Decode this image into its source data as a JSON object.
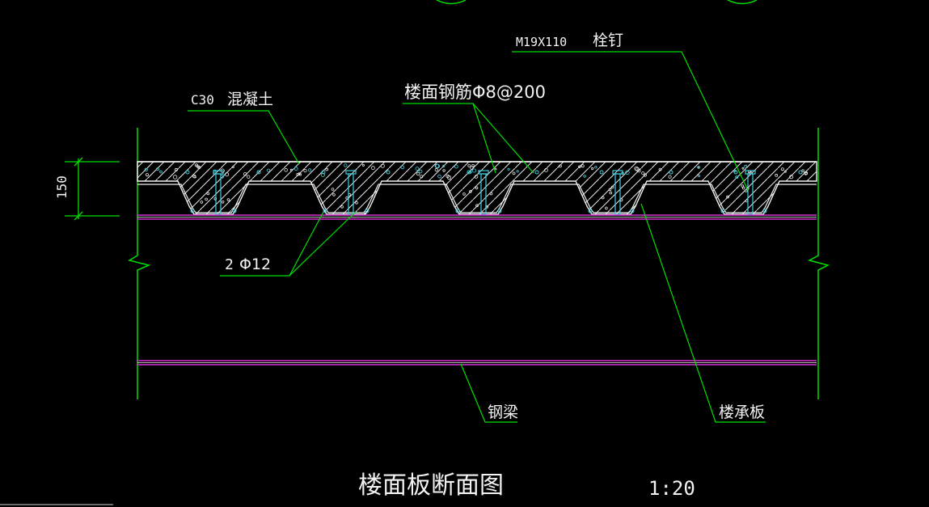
{
  "drawing": {
    "title": "楼面板断面图",
    "scale": "1:20",
    "dimension_value": "150"
  },
  "labels": {
    "stud": "M19X110",
    "stud_name": "栓钉",
    "concrete_grade": "C30",
    "concrete_name": "混凝土",
    "rebar": "楼面钢筋Φ8@200",
    "bottom_bar_count": "2",
    "bottom_bar_spec": "Φ12",
    "steel_beam": "钢梁",
    "deck": "楼承板"
  },
  "colors": {
    "background": "#000000",
    "leader_green": "#00e000",
    "outline_white": "#f0f0f0",
    "beam_magenta": "#d633d6",
    "stud_cyan": "#40d0e0"
  },
  "icons": {
    "break_mark": "zigzag-break-icon",
    "rebar_bar": "rebar-circle-icon"
  }
}
